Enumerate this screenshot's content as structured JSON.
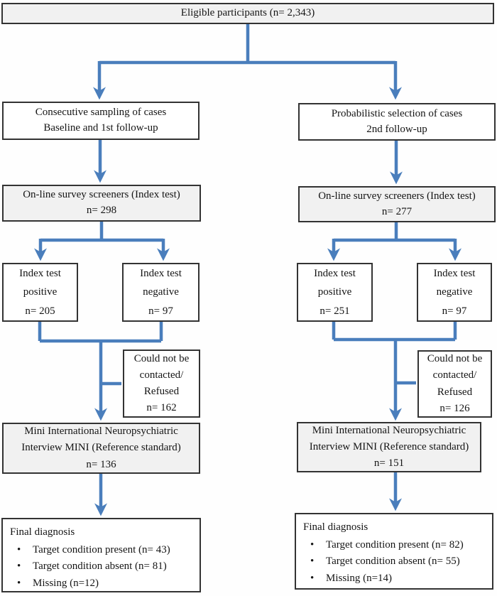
{
  "colors": {
    "arrow_blue": "#4a7ebc",
    "box_border": "#333333",
    "shaded_fill": "#f1f1f1",
    "text": "#151515"
  },
  "top_box": {
    "label": "Eligible participants (n= 2,343)"
  },
  "left": {
    "sampling": {
      "line1": "Consecutive sampling of cases",
      "line2": "Baseline and 1st follow-up"
    },
    "screener": {
      "line1": "On-line survey screeners (Index test)",
      "line2": "n= 298"
    },
    "index_positive": {
      "line1": "Index test",
      "line2": "positive",
      "line3": "n= 205"
    },
    "index_negative": {
      "line1": "Index test",
      "line2": "negative",
      "line3": "n= 97"
    },
    "not_contacted": {
      "line1": "Could not be",
      "line2": "contacted/",
      "line3": "Refused",
      "line4": "n= 162"
    },
    "mini": {
      "line1": "Mini International Neuropsychiatric",
      "line2": "Interview MINI (Reference standard)",
      "line3": "n= 136"
    },
    "final": {
      "title": "Final diagnosis",
      "bullet1": "Target condition present (n= 43)",
      "bullet2": "Target condition absent (n= 81)",
      "bullet3": "Missing (n=12)"
    }
  },
  "right": {
    "sampling": {
      "line1": "Probabilistic selection of cases",
      "line2": "2nd follow-up"
    },
    "screener": {
      "line1": "On-line survey screeners (Index test)",
      "line2": "n= 277"
    },
    "index_positive": {
      "line1": "Index test",
      "line2": "positive",
      "line3": "n= 251"
    },
    "index_negative": {
      "line1": "Index test",
      "line2": "negative",
      "line3": "n= 97"
    },
    "not_contacted": {
      "line1": "Could not be",
      "line2": "contacted/",
      "line3": "Refused",
      "line4": "n= 126"
    },
    "mini": {
      "line1": "Mini International Neuropsychiatric",
      "line2": "Interview MINI (Reference standard)",
      "line3": "n= 151"
    },
    "final": {
      "title": "Final diagnosis",
      "bullet1": "Target condition present (n= 82)",
      "bullet2": "Target condition absent (n= 55)",
      "bullet3": "Missing (n=14)"
    }
  }
}
